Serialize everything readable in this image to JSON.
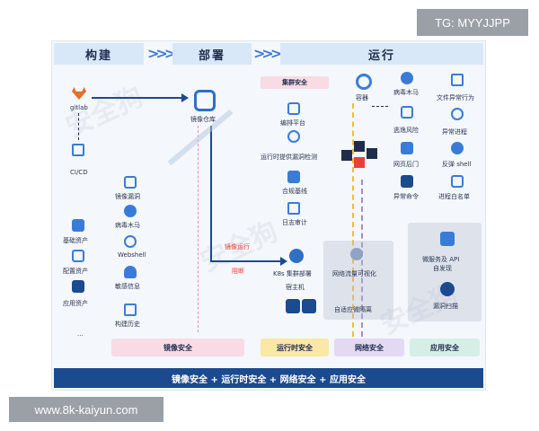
{
  "watermark_tg": "TG: MYYJJPP",
  "watermark_site": "www.8k-kaiyun.com",
  "watermark_logo": "安全狗",
  "headers": {
    "build": "构建",
    "deploy": "部署",
    "run": "运行"
  },
  "build": {
    "gitlab": "gitlab",
    "cicd": "CI/CD",
    "assets": [
      "基础资产",
      "配置资产",
      "应用资产"
    ],
    "ellipsis": "..."
  },
  "image_checks": [
    "镜像漏洞",
    "病毒木马",
    "Webshell",
    "敏感信息",
    "构建历史"
  ],
  "registry": "镜像仓库",
  "flow": {
    "run_image": "镜像运行",
    "block": "阻断"
  },
  "cluster": {
    "title": "集群安全",
    "items": [
      "编排平台",
      "运行时提供漏洞检测",
      "合规基线",
      "日志审计"
    ],
    "k8s": "K8s 集群部署",
    "host": "宿主机"
  },
  "runtime": {
    "container": "容器",
    "threats": [
      "病毒木马",
      "逃逸风险",
      "网页后门",
      "异常命令"
    ],
    "behaviors": [
      "文件异常行为",
      "异常进程",
      "反弹 shell",
      "进程白名单"
    ]
  },
  "network": {
    "visual": "网络流量可视化",
    "isolation": "自适应微隔离"
  },
  "app": {
    "api": "微服务及 API 自发现",
    "scan": "漏洞扫描"
  },
  "bands": {
    "image": "镜像安全",
    "runtime": "运行时安全",
    "network": "网络安全",
    "app": "应用安全"
  },
  "summary": "镜像安全 + 运行时安全 + 网络安全 + 应用安全",
  "colors": {
    "primary": "#1b4a8f",
    "accent": "#3b7bd8",
    "pink": "#f8dbe5",
    "yellow": "#fbe7a6",
    "purple": "#e4d9f3",
    "green": "#d5efe6",
    "red": "#e8413c"
  }
}
